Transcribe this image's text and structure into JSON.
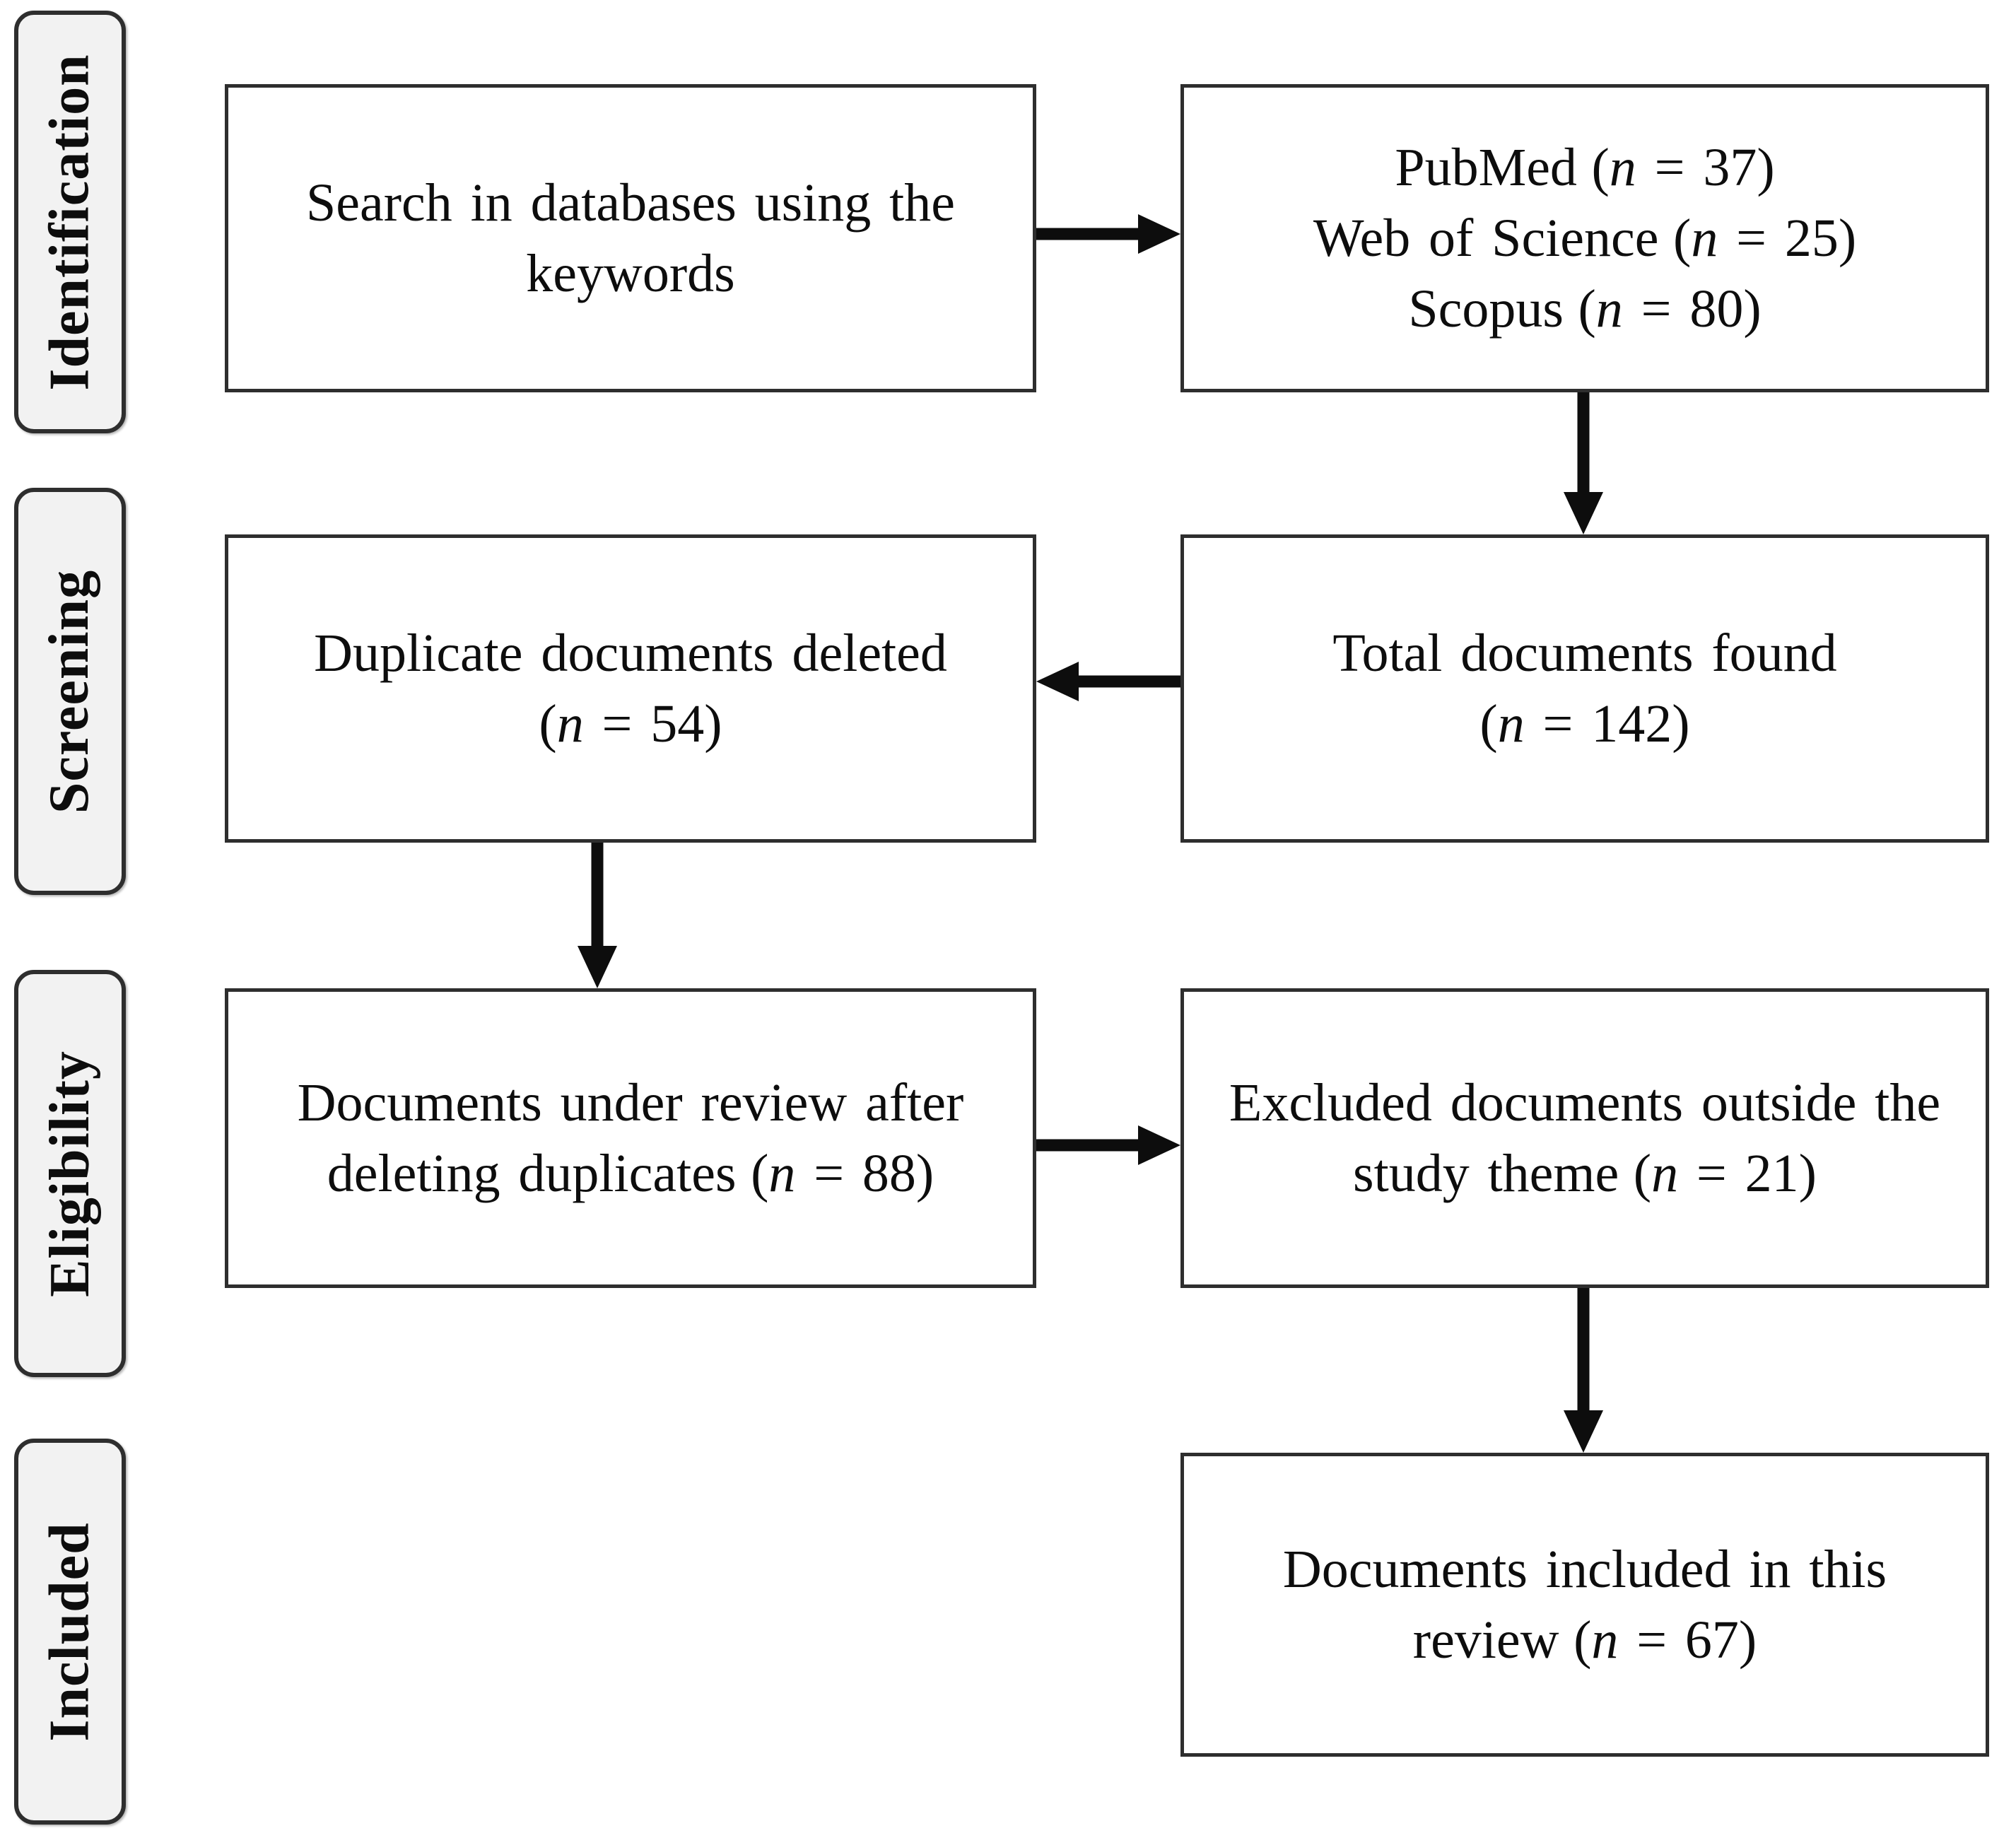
{
  "figure": {
    "title_semantic": "PRISMA literature selection flow diagram",
    "stages": [
      {
        "label": "Identification"
      },
      {
        "label": "Screening"
      },
      {
        "label": "Eligibility"
      },
      {
        "label": "Included"
      }
    ],
    "sym": {
      "open": "(",
      "nvar": "n",
      "eq": " = ",
      "close": ")"
    },
    "boxes": {
      "search": {
        "text": "Search in databases using the keywords"
      },
      "sources": {
        "lines": [
          {
            "label": "PubMed",
            "n": "37"
          },
          {
            "label": "Web of Science",
            "n": "25"
          },
          {
            "label": "Scopus",
            "n": "80"
          }
        ]
      },
      "total": {
        "text": "Total documents found",
        "n": "142"
      },
      "duplicates": {
        "text": "Duplicate documents deleted",
        "n": "54"
      },
      "review": {
        "text": "Documents under review after deleting duplicates",
        "n": "88"
      },
      "excluded": {
        "text": "Excluded documents outside the study theme",
        "n": "21"
      },
      "included": {
        "text": "Documents included in this review",
        "n": "67"
      }
    },
    "colors": {
      "background": "#ffffff",
      "box_border": "#2e2e2e",
      "stage_fill": "#f2f2f2",
      "arrow": "#0d0d0d",
      "text": "#0d0d0d"
    }
  }
}
